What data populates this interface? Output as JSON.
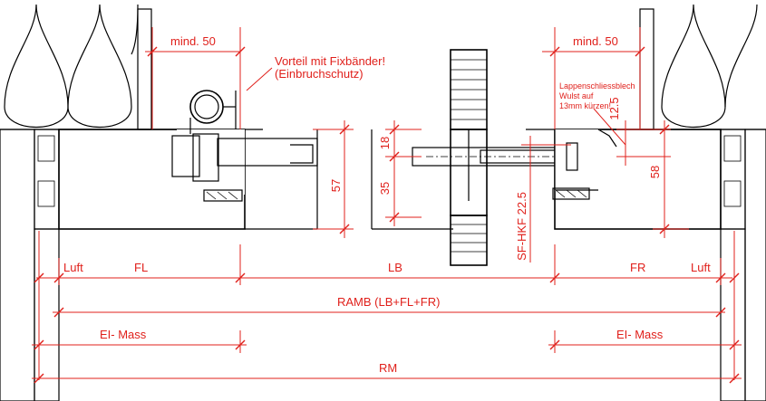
{
  "labels": {
    "mind_left": "mind. 50",
    "mind_right": "mind. 50",
    "vorteil_line1": "Vorteil mit Fixbänder!",
    "vorteil_line2": "(Einbruchschutz)",
    "lappen_line1": "Lappenschliessblech",
    "lappen_line2": "Wulst auf",
    "lappen_line3": "13mm kürzen!",
    "dim_18": "18",
    "dim_57": "57",
    "dim_35": "35",
    "dim_58": "58",
    "dim_125": "12.5",
    "sf_hkf": "SF-HKF 22.5",
    "luft_left": "Luft",
    "fl": "FL",
    "lb": "LB",
    "fr": "FR",
    "luft_right": "Luft",
    "ramb": "RAMB (LB+FL+FR)",
    "ei_left": "EI- Mass",
    "ei_right": "EI- Mass",
    "rm": "RM"
  },
  "colors": {
    "dimension": "#e0201b",
    "outline": "#000000"
  }
}
